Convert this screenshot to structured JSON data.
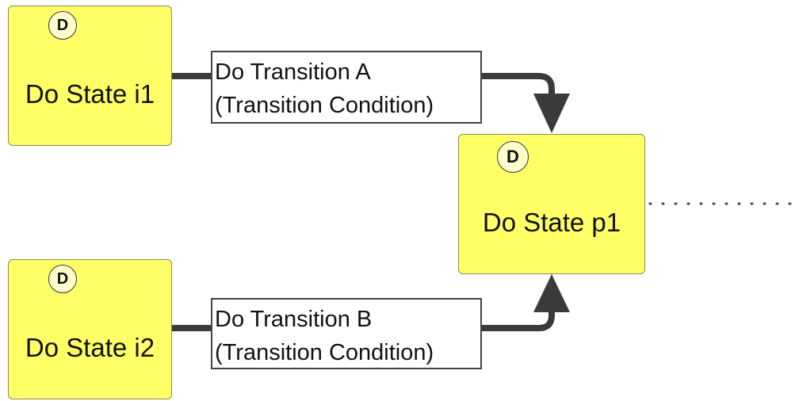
{
  "states": {
    "i1": {
      "label": "Do State i1",
      "badge": "D"
    },
    "i2": {
      "label": "Do State i2",
      "badge": "D"
    },
    "p1": {
      "label": "Do State p1",
      "badge": "D"
    }
  },
  "transitions": {
    "a": {
      "action": "Do Transition A",
      "condition": "(Transition Condition)"
    },
    "b": {
      "action": "Do Transition B",
      "condition": "(Transition Condition)"
    }
  },
  "colors": {
    "state_fill": "#ffff66",
    "badge_fill": "#ffffcc",
    "connector": "#3a3a3a"
  }
}
